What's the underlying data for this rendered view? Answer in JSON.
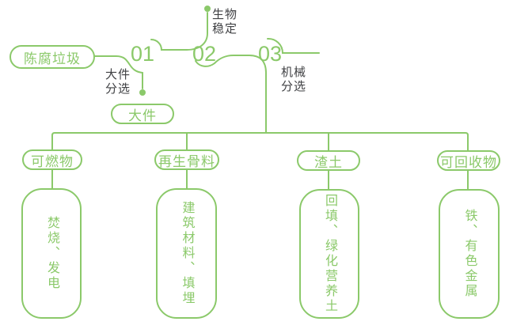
{
  "colors": {
    "green": "#8bc96a",
    "dark_text": "#3f4043",
    "background": "#ffffff"
  },
  "source": {
    "label": "陈腐垃圾"
  },
  "steps": [
    {
      "number": "01",
      "label_line1": "大件",
      "label_line2": "分选"
    },
    {
      "number": "02",
      "label_line1": "生物",
      "label_line2": "稳定"
    },
    {
      "number": "03",
      "label_line1": "机械",
      "label_line2": "分选"
    }
  ],
  "bulky_output": {
    "label": "大件"
  },
  "branches": [
    {
      "category": "可燃物",
      "detail": "焚烧、发电"
    },
    {
      "category": "再生骨料",
      "detail": "建筑材料、填埋"
    },
    {
      "category": "渣土",
      "detail": "回填、绿化营养土"
    },
    {
      "category": "可回收物",
      "detail": "铁、有色金属"
    }
  ]
}
